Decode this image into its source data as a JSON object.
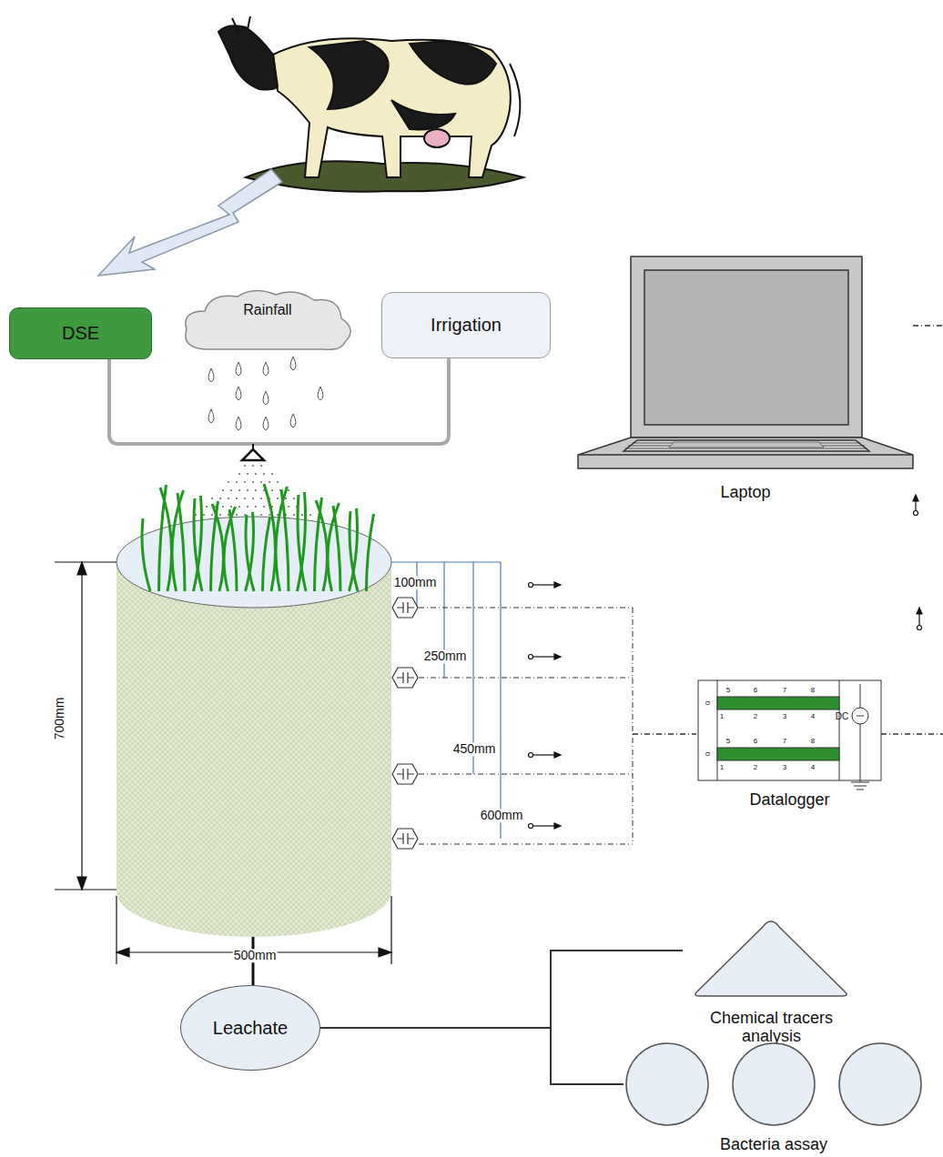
{
  "diagram": {
    "nodes": [
      {
        "text": [
          "DSE"
        ]
      },
      {
        "text": [
          "Rainfall"
        ]
      },
      {
        "text": [
          "Irrigation"
        ]
      },
      {
        "text": [
          "Laptop"
        ]
      },
      {
        "text": [
          "Datalogger"
        ]
      },
      {
        "text": [
          "Leachate"
        ]
      },
      {
        "text": [
          "Chemical tracers analysis"
        ]
      },
      {
        "text": [
          "Bacteria assay"
        ]
      }
    ],
    "edges": [
      {
        "from": 5,
        "to": 6,
        "arrow": "none"
      },
      {
        "from": 5,
        "to": 7,
        "arrow": "none"
      }
    ],
    "labels": [
      "100mm",
      "250mm",
      "450mm",
      "600mm",
      "700mm",
      "500mm",
      "0",
      "5",
      "6",
      "7",
      "8",
      "1",
      "2",
      "3",
      "4",
      "0",
      "5",
      "6",
      "7",
      "8",
      "1",
      "2",
      "3",
      "4",
      "DC"
    ]
  }
}
